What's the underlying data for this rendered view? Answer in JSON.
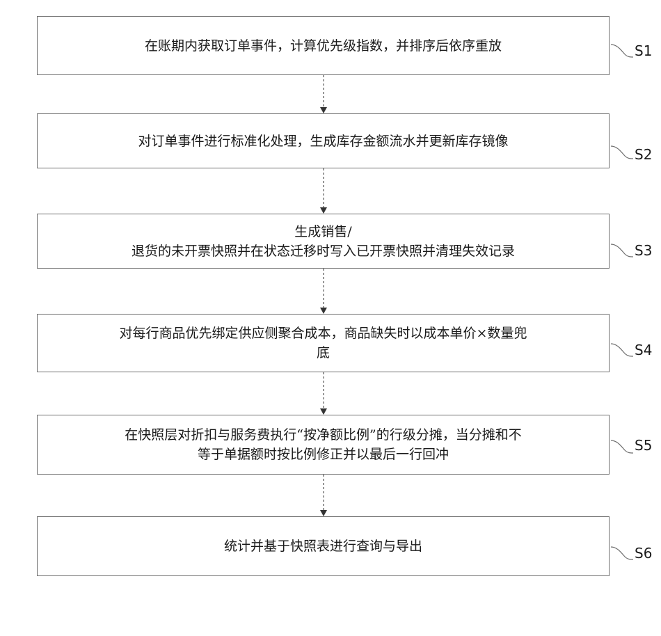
{
  "steps": [
    {
      "id": "S1",
      "label": "S1",
      "text": "在账期内获取订单事件，计算优先级指数，并排序后依序重放"
    },
    {
      "id": "S2",
      "label": "S2",
      "text": "对订单事件进行标准化处理，生成库存金额流水并更新库存镜像"
    },
    {
      "id": "S3",
      "label": "S3",
      "text": "生成销售/\n退货的未开票快照并在状态迁移时写入已开票快照并清理失效记录"
    },
    {
      "id": "S4",
      "label": "S4",
      "text": "对每行商品优先绑定供应侧聚合成本，商品缺失时以成本单价×数量兜\n底"
    },
    {
      "id": "S5",
      "label": "S5",
      "text": "在快照层对折扣与服务费执行“按净额比例”的行级分摊，当分摊和不\n等于单据额时按比例修正并以最后一行回冲"
    },
    {
      "id": "S6",
      "label": "S6",
      "text": "统计并基于快照表进行查询与导出"
    }
  ],
  "colors": {
    "border": "#6f6f6f",
    "text": "#1a1a1a",
    "connector": "#555555"
  }
}
